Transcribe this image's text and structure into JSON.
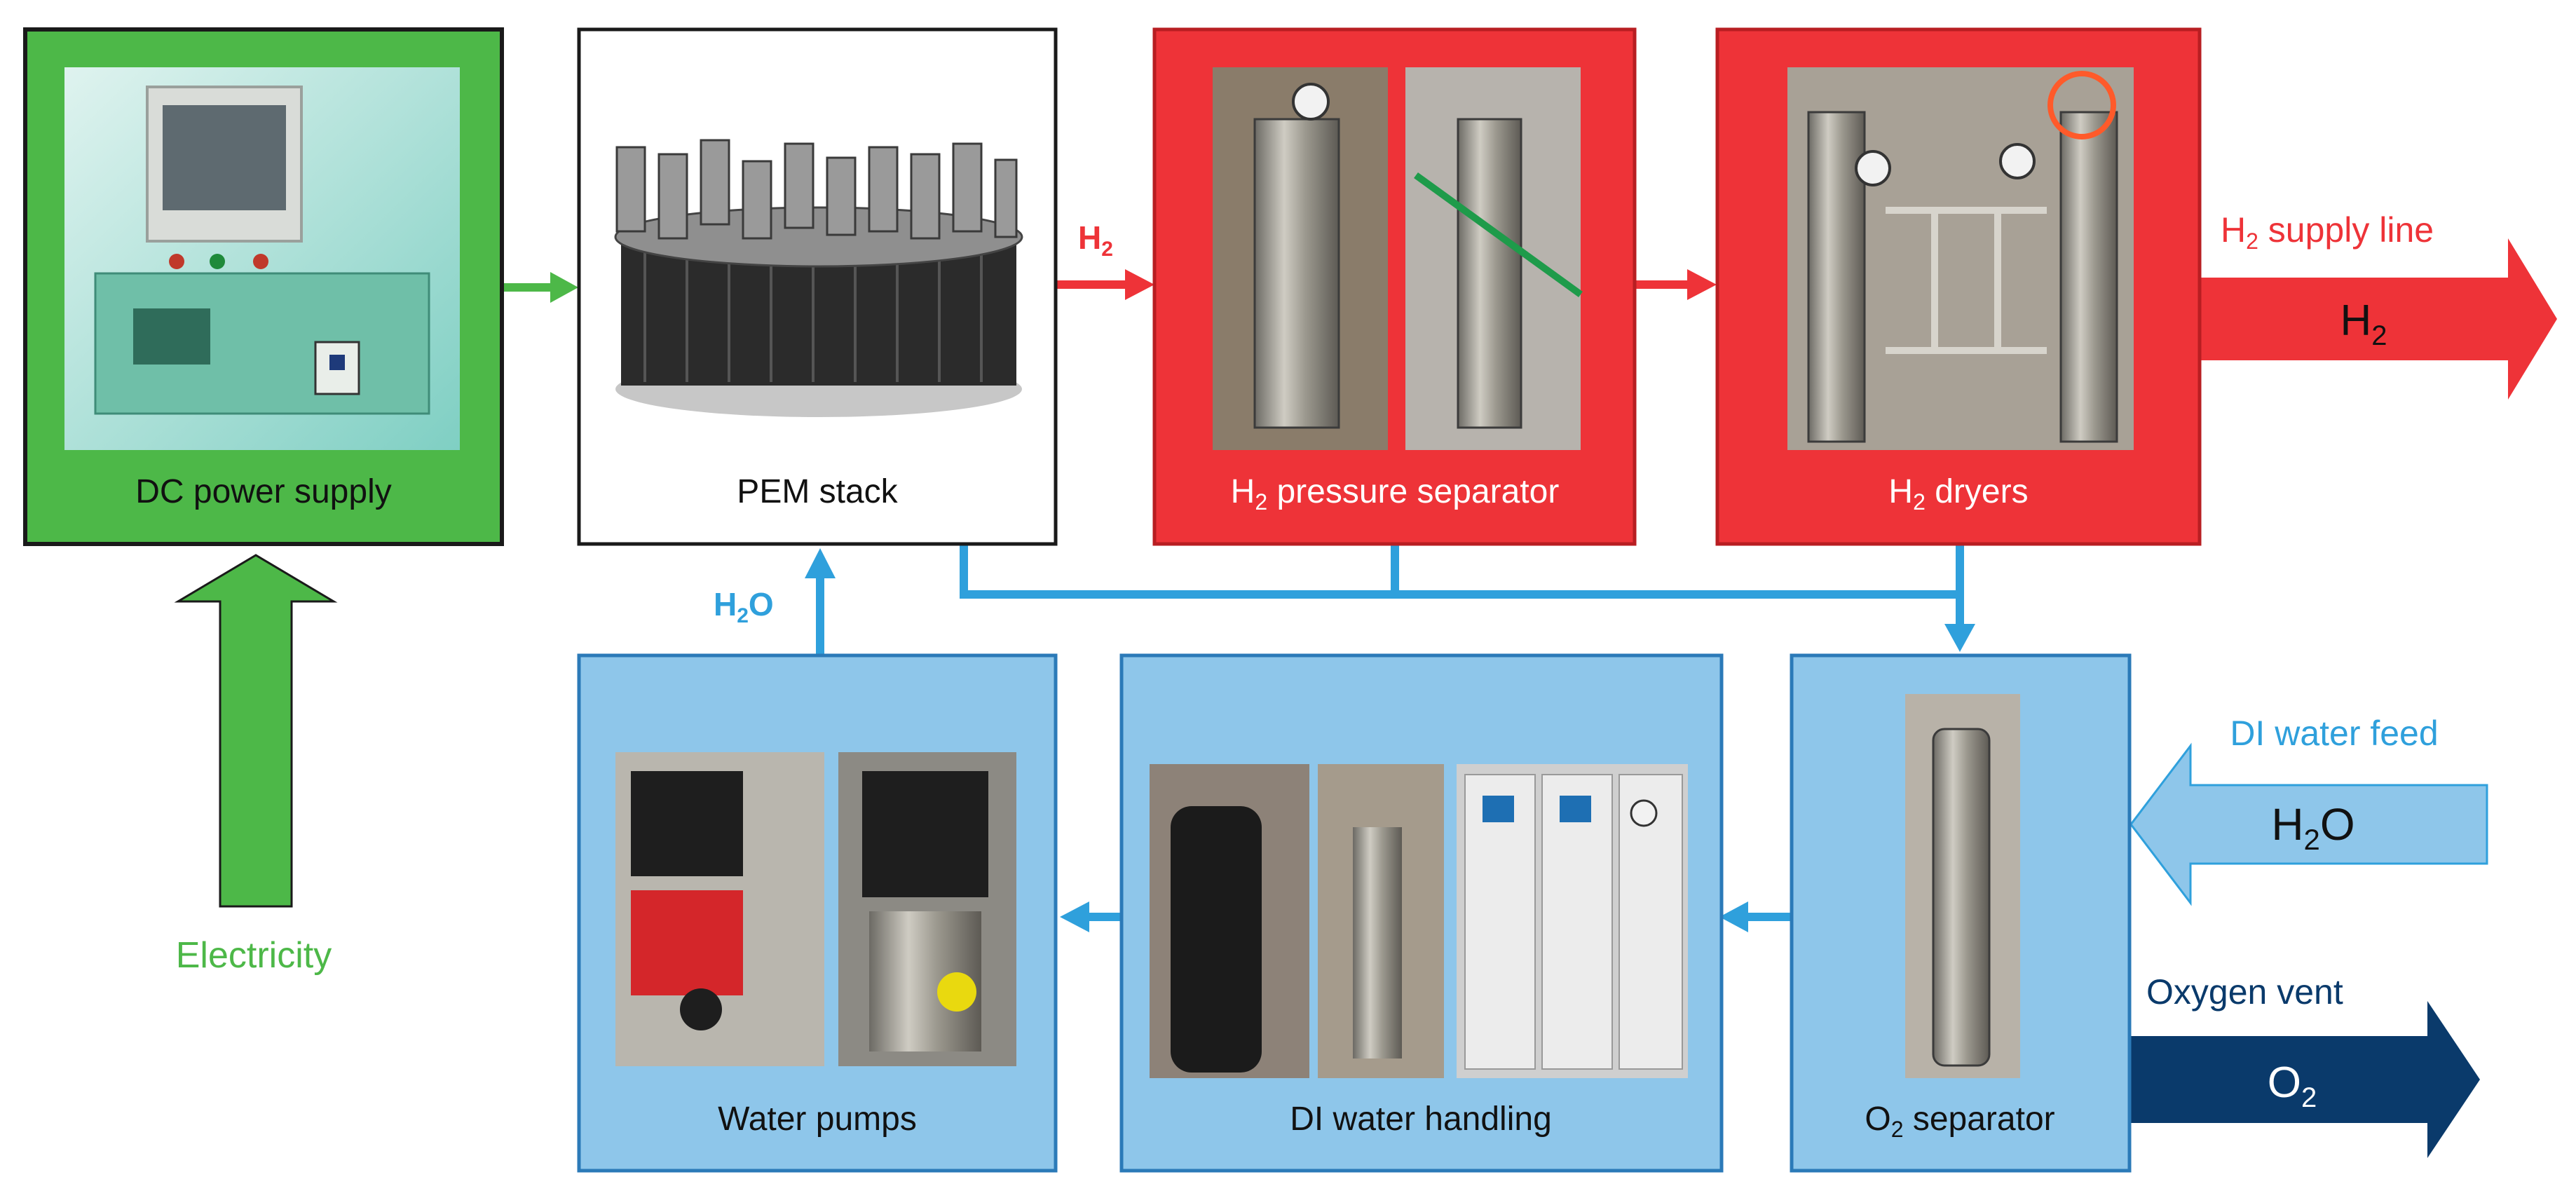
{
  "boxes": {
    "dc_power_supply": "DC power supply",
    "pem_stack": "PEM stack",
    "h2_pressure_separator": {
      "pre": "H",
      "sub": "2",
      "post": " pressure separator"
    },
    "h2_dryers": {
      "pre": "H",
      "sub": "2",
      "post": " dryers"
    },
    "water_pumps": "Water pumps",
    "di_water_handling": "DI water handling",
    "o2_separator": {
      "pre": "O",
      "sub": "2",
      "post": " separator"
    }
  },
  "flows": {
    "h2_label": {
      "pre": "H",
      "sub": "2"
    },
    "h2o_label": {
      "pre": "H",
      "sub": "2",
      "post": "O"
    },
    "electricity": "Electricity",
    "h2_supply_line": {
      "pre": "H",
      "sub": "2",
      "post": " supply line"
    },
    "h2_supply_arrow": {
      "pre": "H",
      "sub": "2"
    },
    "di_water_feed": "DI water feed",
    "di_water_arrow": {
      "pre": "H",
      "sub": "2",
      "post": "O"
    },
    "oxygen_vent": "Oxygen vent",
    "oxygen_arrow": {
      "pre": "O",
      "sub": "2"
    }
  },
  "colors": {
    "power_green": "#4db848",
    "h2_red": "#ee3338",
    "water_blue": "#8ec6ea",
    "water_line_blue": "#2fa0dc",
    "oxygen_navy": "#0a3a6b",
    "box_border_blue": "#2b7ab8"
  }
}
